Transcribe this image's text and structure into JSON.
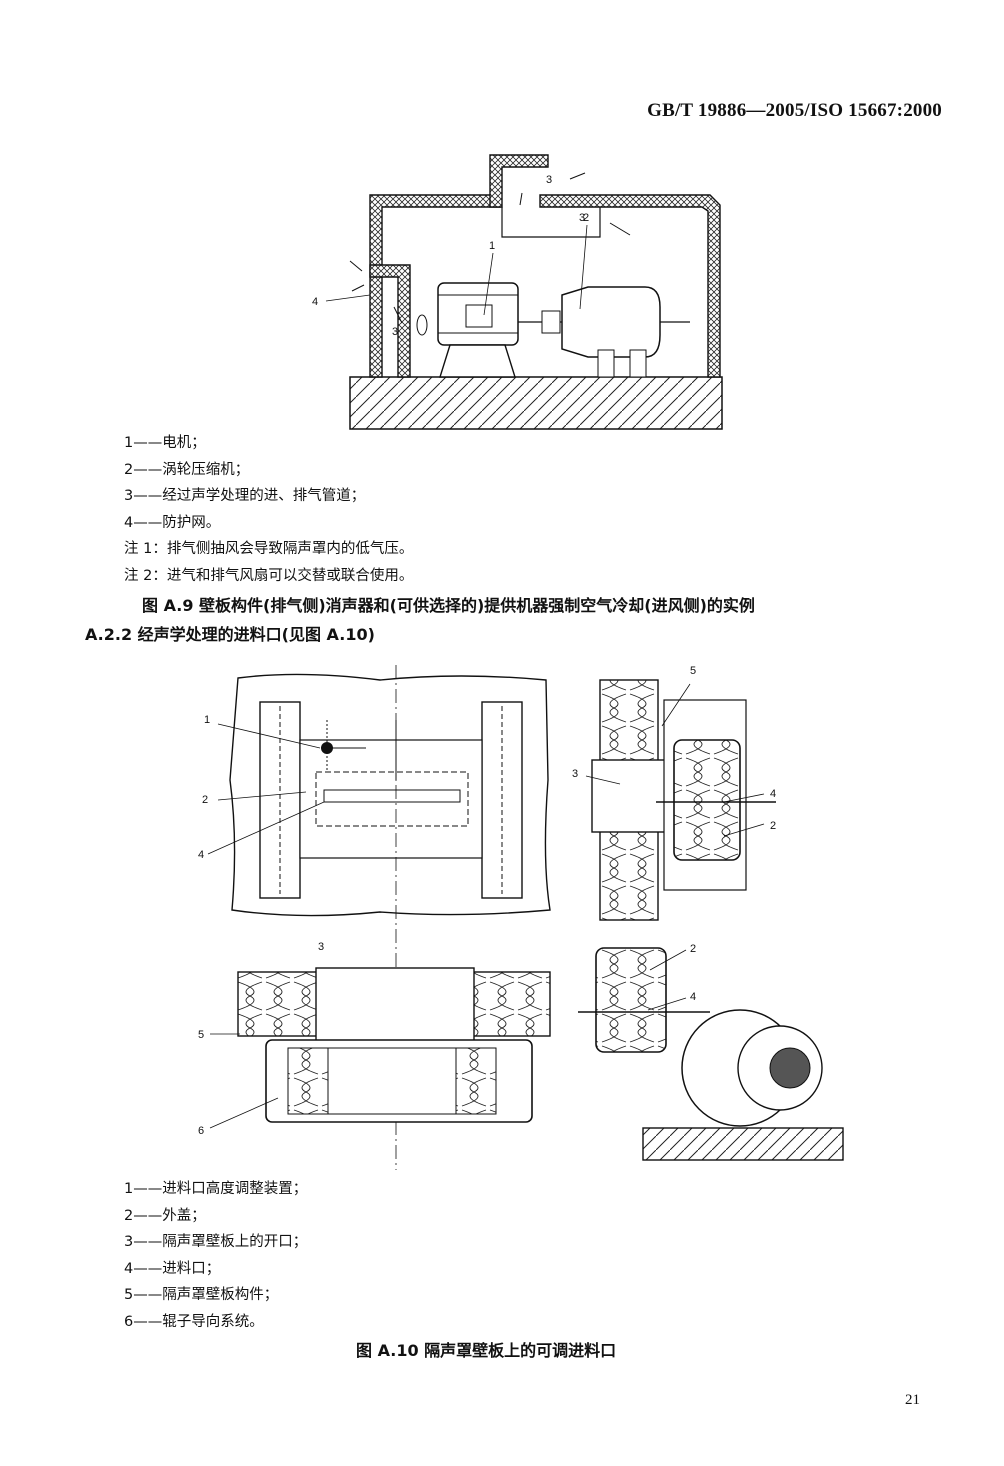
{
  "header": {
    "doc_id": "GB/T 19886—2005/ISO 15667:2000"
  },
  "figure_a9": {
    "callouts": [
      "1",
      "2",
      "3",
      "3",
      "3",
      "4"
    ],
    "legend": [
      "1——电机；",
      "2——涡轮压缩机；",
      "3——经过声学处理的进、排气管道；",
      "4——防护网。"
    ],
    "notes": [
      "注 1：排气侧抽风会导致隔声罩内的低气压。",
      "注 2：进气和排气风扇可以交替或联合使用。"
    ],
    "caption": "图 A.9   壁板构件(排气侧)消声器和(可供选择的)提供机器强制空气冷却(进风侧)的实例"
  },
  "section": {
    "heading": "A.2.2  经声学处理的进料口(见图 A.10)"
  },
  "figure_a10": {
    "callouts": [
      "1",
      "2",
      "4",
      "5",
      "3",
      "4",
      "2",
      "3",
      "5",
      "6",
      "2",
      "4"
    ],
    "legend": [
      "1——进料口高度调整装置；",
      "2——外盖；",
      "3——隔声罩壁板上的开口；",
      "4——进料口；",
      "5——隔声罩壁板构件；",
      "6——辊子导向系统。"
    ],
    "caption": "图 A.10  隔声罩壁板上的可调进料口"
  },
  "page_number": "21"
}
